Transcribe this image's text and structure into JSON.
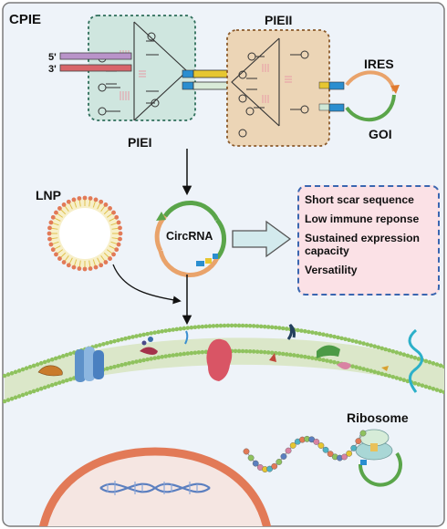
{
  "title": "CPIE",
  "labels": {
    "five_prime": "5'",
    "three_prime": "3'",
    "piei": "PIEI",
    "pieii": "PIEII",
    "ires": "IRES",
    "goi": "GOI",
    "circrna": "CircRNA",
    "lnp": "LNP",
    "ribosome": "Ribosome"
  },
  "benefits": [
    "Short scar sequence",
    "Low immune reponse",
    "Sustained expression capacity",
    "Versatility"
  ],
  "colors": {
    "panel_bg": "#eef3f9",
    "piei_box": "#cfe6df",
    "pieii_box": "#ecd5b6",
    "benefits_bg": "#fbe1e6",
    "membrane": "#8fc25e",
    "nucleus": "#e27a57",
    "circ_orange": "#e9a36b",
    "circ_green": "#5aa54a",
    "exon_blue": "#2a8ed0"
  },
  "icons": [
    "dna-helix-icon",
    "ribosome-icon",
    "lnp-icon",
    "membrane-protein-icon"
  ]
}
